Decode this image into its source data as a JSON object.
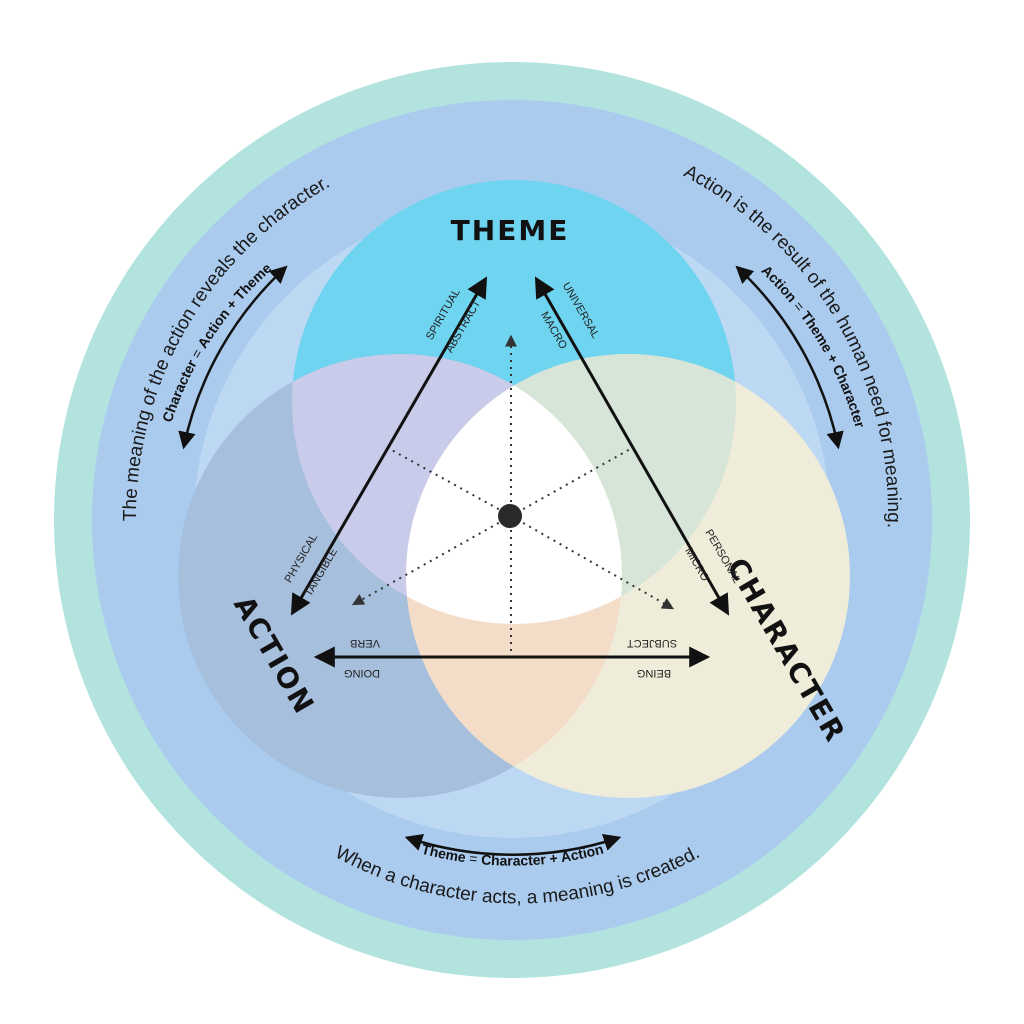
{
  "nodes": {
    "theme": "THEME",
    "action": "ACTION",
    "character": "CHARACTER"
  },
  "edge_labels": {
    "left_upper_outer": "SPIRITUAL",
    "left_upper_inner": "ABSTRACT",
    "left_lower_outer": "PHYSICAL",
    "left_lower_inner": "TANGIBLE",
    "right_upper_outer": "UNIVERSAL",
    "right_upper_inner": "MACRO",
    "right_lower_outer": "PERSONAL",
    "right_lower_inner": "MICRO",
    "bottom_left_top": "VERB",
    "bottom_left_bottom": "DOING",
    "bottom_right_top": "SUBJECT",
    "bottom_right_bottom": "BEING"
  },
  "ring_statements": {
    "left": "The meaning of the action reveals the character.",
    "right": "Action is the result of the human need for meaning.",
    "bottom": "When a character acts, a meaning is created."
  },
  "formulas": {
    "left": {
      "lhs": "Character",
      "eq": " = ",
      "rhs": "Action + Theme"
    },
    "right": {
      "lhs": "Action",
      "eq": " = ",
      "rhs": "Theme + Character"
    },
    "bottom": {
      "lhs": "Theme",
      "eq": " = ",
      "rhs": "Character + Action"
    }
  },
  "colors": {
    "outer_ring": "#b3e3de",
    "middle_ring": "#aacbee",
    "inner_field": "#bcd8f3",
    "theme_circle": "#6fd4f0",
    "action_circle": "#a6bfdd",
    "character_circle": "#efedda",
    "overlap_theme_action": "#c9cbea",
    "overlap_theme_character": "#d6e5d8",
    "overlap_action_character": "#f3dcc8",
    "center": "#ffffff",
    "ink": "#111111"
  }
}
